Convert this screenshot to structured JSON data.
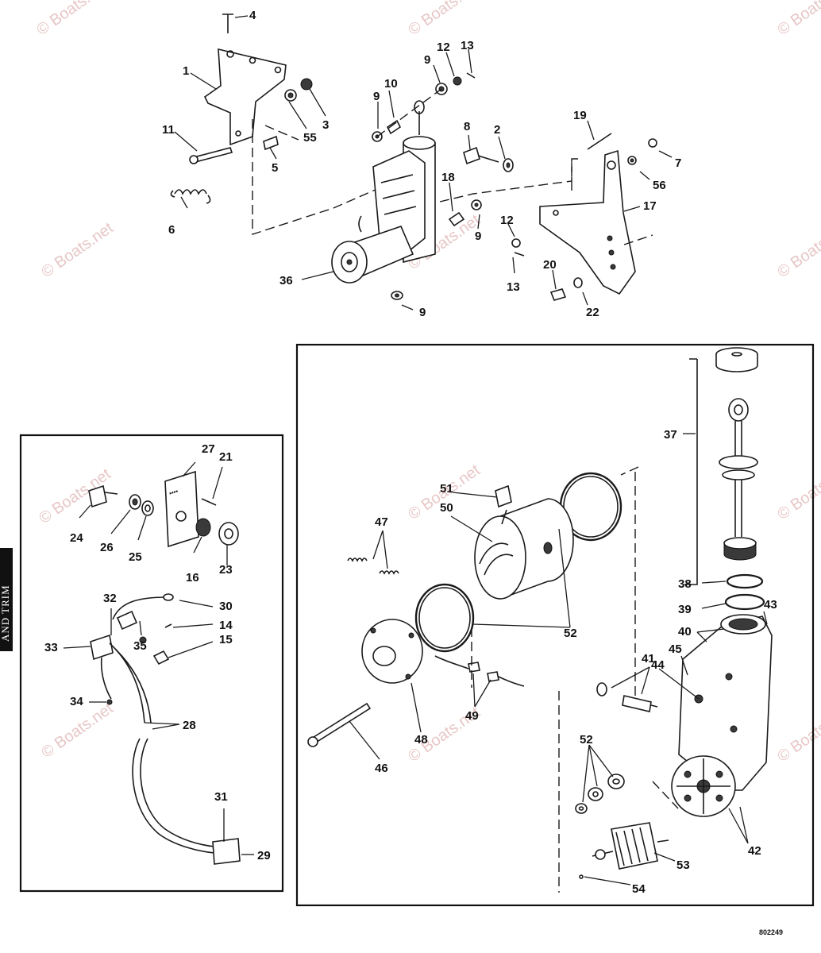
{
  "watermark": {
    "text": "© Boats.net"
  },
  "side_tab": {
    "label": "AND TRIM"
  },
  "drawing_number": "802249",
  "callouts": [
    {
      "id": "c1",
      "text": "1"
    },
    {
      "id": "c2",
      "text": "2"
    },
    {
      "id": "c3",
      "text": "3"
    },
    {
      "id": "c4",
      "text": "4"
    },
    {
      "id": "c5",
      "text": "5"
    },
    {
      "id": "c6",
      "text": "6"
    },
    {
      "id": "c7",
      "text": "7"
    },
    {
      "id": "c8",
      "text": "8"
    },
    {
      "id": "c9a",
      "text": "9"
    },
    {
      "id": "c9b",
      "text": "9"
    },
    {
      "id": "c9c",
      "text": "9"
    },
    {
      "id": "c9d",
      "text": "9"
    },
    {
      "id": "c10",
      "text": "10"
    },
    {
      "id": "c11",
      "text": "11"
    },
    {
      "id": "c12a",
      "text": "12"
    },
    {
      "id": "c12b",
      "text": "12"
    },
    {
      "id": "c13a",
      "text": "13"
    },
    {
      "id": "c13b",
      "text": "13"
    },
    {
      "id": "c14",
      "text": "14"
    },
    {
      "id": "c15",
      "text": "15"
    },
    {
      "id": "c16",
      "text": "16"
    },
    {
      "id": "c17",
      "text": "17"
    },
    {
      "id": "c18",
      "text": "18"
    },
    {
      "id": "c19",
      "text": "19"
    },
    {
      "id": "c20",
      "text": "20"
    },
    {
      "id": "c21",
      "text": "21"
    },
    {
      "id": "c22",
      "text": "22"
    },
    {
      "id": "c23",
      "text": "23"
    },
    {
      "id": "c24",
      "text": "24"
    },
    {
      "id": "c25",
      "text": "25"
    },
    {
      "id": "c26",
      "text": "26"
    },
    {
      "id": "c27",
      "text": "27"
    },
    {
      "id": "c28",
      "text": "28"
    },
    {
      "id": "c29",
      "text": "29"
    },
    {
      "id": "c30",
      "text": "30"
    },
    {
      "id": "c31",
      "text": "31"
    },
    {
      "id": "c32",
      "text": "32"
    },
    {
      "id": "c33",
      "text": "33"
    },
    {
      "id": "c34",
      "text": "34"
    },
    {
      "id": "c35",
      "text": "35"
    },
    {
      "id": "c36",
      "text": "36"
    },
    {
      "id": "c37",
      "text": "37"
    },
    {
      "id": "c38",
      "text": "38"
    },
    {
      "id": "c39",
      "text": "39"
    },
    {
      "id": "c40",
      "text": "40"
    },
    {
      "id": "c41",
      "text": "41"
    },
    {
      "id": "c42",
      "text": "42"
    },
    {
      "id": "c43",
      "text": "43"
    },
    {
      "id": "c44",
      "text": "44"
    },
    {
      "id": "c45",
      "text": "45"
    },
    {
      "id": "c46",
      "text": "46"
    },
    {
      "id": "c47",
      "text": "47"
    },
    {
      "id": "c48",
      "text": "48"
    },
    {
      "id": "c49",
      "text": "49"
    },
    {
      "id": "c50",
      "text": "50"
    },
    {
      "id": "c51",
      "text": "51"
    },
    {
      "id": "c52a",
      "text": "52"
    },
    {
      "id": "c52b",
      "text": "52"
    },
    {
      "id": "c53",
      "text": "53"
    },
    {
      "id": "c54",
      "text": "54"
    },
    {
      "id": "c55",
      "text": "55"
    },
    {
      "id": "c56",
      "text": "56"
    }
  ]
}
